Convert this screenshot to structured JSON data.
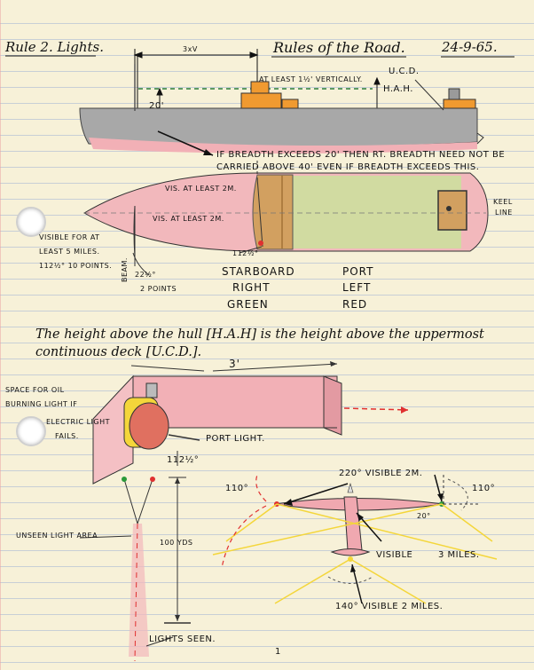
{
  "header": {
    "rule_title": "Rule 2. Lights.",
    "center_title": "Rules of the Road.",
    "date": "24-9-65."
  },
  "top_diagram": {
    "width_label": "3xV",
    "height_20": "20'",
    "at_least": "AT LEAST 1½' VERTICALLY.",
    "ucd": "U.C.D.",
    "hah": "H.A.H.",
    "breadth_note_1": "IF BREADTH EXCEEDS 20' THEN RT. BREADTH NEED NOT BE",
    "breadth_note_2": "CARRIED ABOVE 40' EVEN IF BREADTH EXCEEDS THIS."
  },
  "plan_view": {
    "vis_top": "VIS. AT LEAST 2M.",
    "vis_mid": "VIS. AT LEAST 2M.",
    "keel": "KEEL",
    "line": "LINE",
    "visible_1": "VISIBLE FOR AT",
    "visible_2": "LEAST 5 MILES.",
    "visible_3": "112½°  10 POINTS.",
    "beam": "BEAM.",
    "angle_22": "22½°",
    "points_2": "2 POINTS",
    "angle_112_small": "112½°"
  },
  "sides": {
    "starboard": "STARBOARD",
    "port": "PORT",
    "right": "RIGHT",
    "left": "LEFT",
    "green": "GREEN",
    "red": "RED"
  },
  "sentence": {
    "line1": "The height above the hull [H.A.H] is the height above the uppermost",
    "line2": "continuous deck [U.C.D.]."
  },
  "screen_diagram": {
    "three_ft": "3'",
    "oil_1": "SPACE FOR OIL",
    "oil_2": "BURNING LIGHT IF",
    "oil_3": "ELECTRIC LIGHT",
    "oil_4": "FAILS.",
    "port_light": "PORT LIGHT."
  },
  "lights_seen": {
    "angle": "112½°",
    "unseen": "UNSEEN LIGHT AREA",
    "yds": "100 YDS",
    "seen": "LIGHTS SEEN."
  },
  "aircraft": {
    "a220": "220° VISIBLE 2M.",
    "a110_left": "110°",
    "a110_right": "110°",
    "a20": "20°",
    "visible": "VISIBLE",
    "three_miles": "3 MILES.",
    "a140": "140° VISIBLE 2 MILES."
  },
  "footer": {
    "page_number": "1"
  },
  "colors": {
    "paper": "#f7f1d8",
    "red": "#e0505a",
    "pink": "#f2b8bc",
    "orange": "#f09a30",
    "green": "#c8e49a",
    "yellow": "#f4d63a",
    "grey": "#9a9a9a",
    "wood": "#d2a060"
  }
}
